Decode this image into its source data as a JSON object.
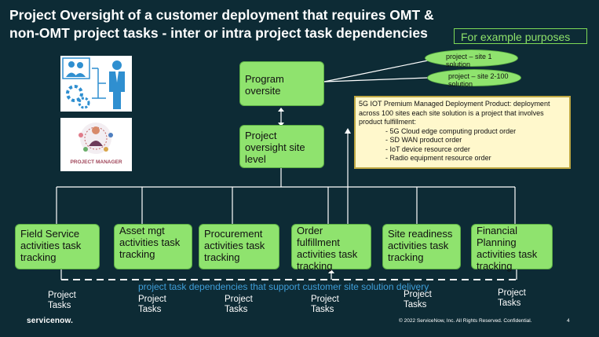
{
  "title": "Project Oversight of a customer deployment that requires OMT & non-OMT project tasks  - inter or intra project task dependencies",
  "example_label": "For example purposes",
  "program_box": "Program oversite",
  "project_box": "Project oversight site level",
  "sites": [
    "project – site 1 solution",
    "project – site 2-100 solution"
  ],
  "note": {
    "heading": "5G IOT Premium Managed Deployment Product: deployment across 100 sites each site solution is a project that involves product fulfillment:",
    "items": [
      "5G Cloud edge computing product order",
      "SD WAN product order",
      "IoT device resource order",
      "Radio equipment resource order"
    ]
  },
  "activities": [
    "Field Service activities task tracking",
    "Asset mgt activities task tracking",
    "Procurement activities task tracking",
    "Order fulfillment activities task tracking",
    "Site readiness activities task tracking",
    "Financial Planning activities task tracking"
  ],
  "project_tasks": [
    "Project Tasks",
    "Project Tasks",
    "Project Tasks",
    "Project Tasks",
    "Project Tasks",
    "Project Tasks"
  ],
  "dependency_label": "project task dependencies that support customer site solution delivery",
  "project_manager_caption": "PROJECT MANAGER",
  "footer": {
    "logo": "servicenow.",
    "copyright": "© 2022 ServiceNow, Inc. All Rights Reserved. Confidential.",
    "page": "4"
  },
  "colors": {
    "background": "#0d2b35",
    "box": "#8fe36e",
    "note_bg": "#fff8cc",
    "note_border": "#bfa843",
    "dependency": "#3f9ed8",
    "icon": "#2f8fd0"
  }
}
